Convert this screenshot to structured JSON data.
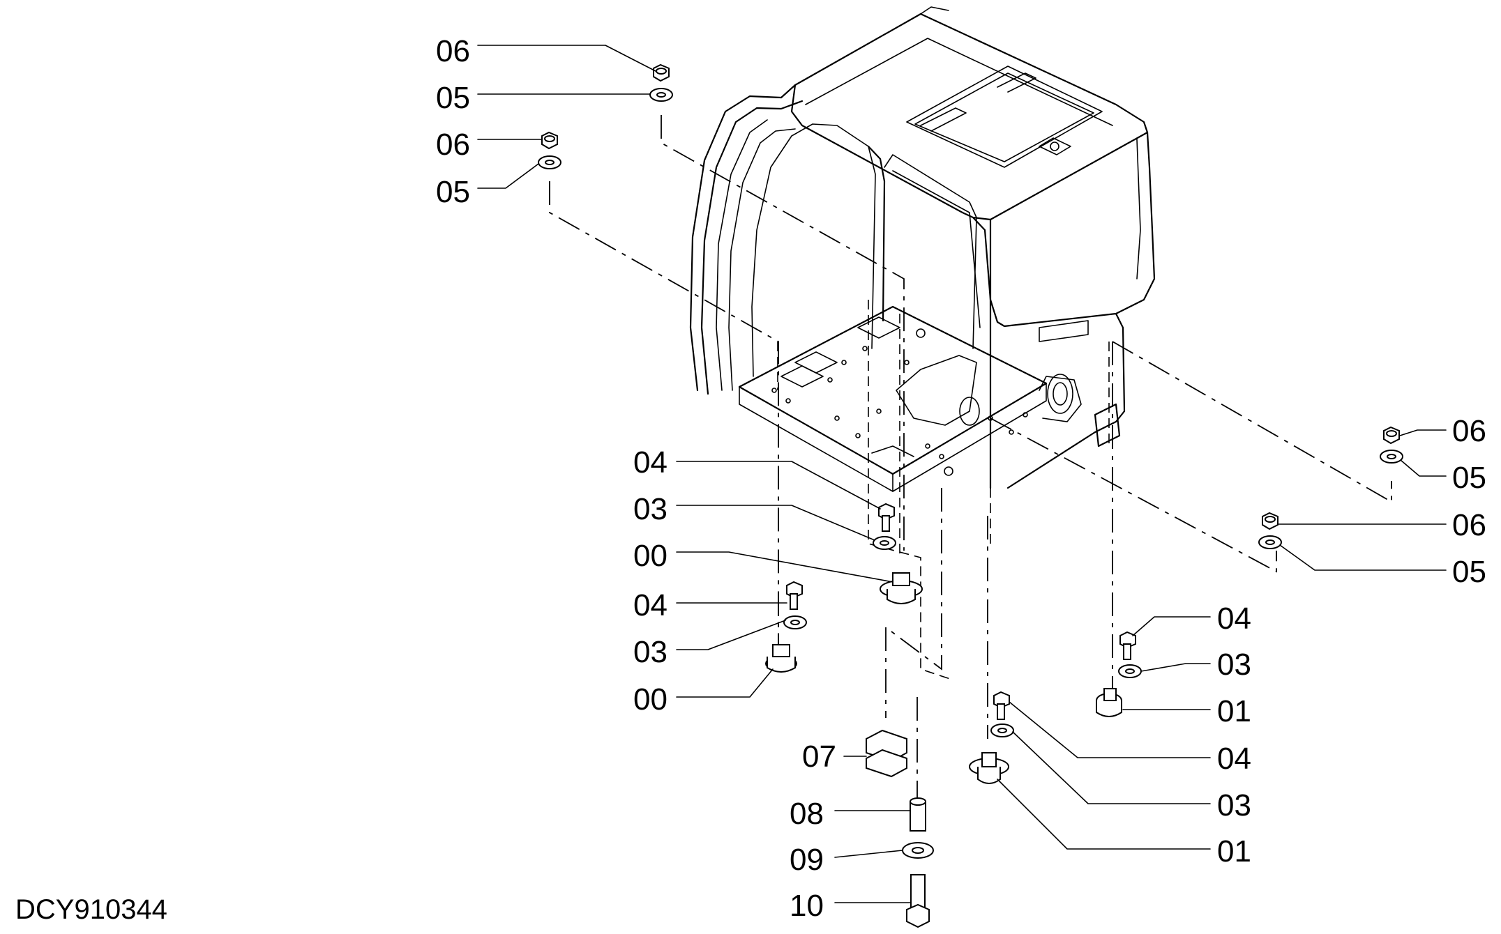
{
  "drawing_number": "DCY910344",
  "callouts": [
    "06",
    "05",
    "06",
    "05",
    "04",
    "03",
    "00",
    "04",
    "03",
    "00",
    "07",
    "08",
    "09",
    "10",
    "06",
    "05",
    "06",
    "05",
    "04",
    "03",
    "01",
    "04",
    "03",
    "01"
  ]
}
